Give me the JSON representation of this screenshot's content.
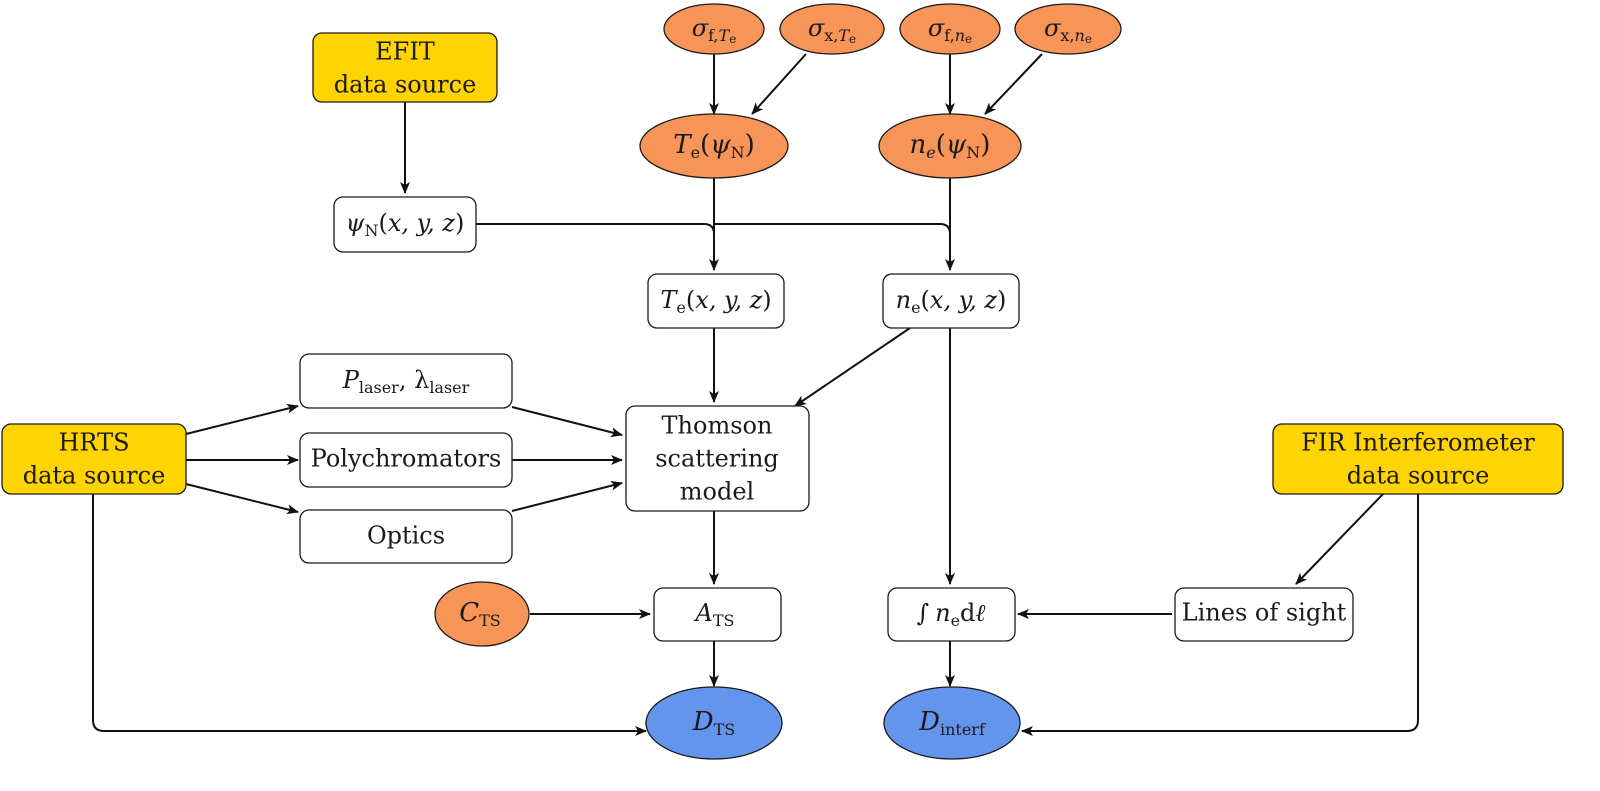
{
  "colors": {
    "data_source": "#FFD400",
    "parameter": "#F79458",
    "observed": "#6495ED",
    "node": "#FFFFFF",
    "line": "#111111"
  },
  "nodes": {
    "efit_source": {
      "line1": "EFIT",
      "line2": "data source"
    },
    "hrts_source": {
      "line1": "HRTS",
      "line2": "data source"
    },
    "fir_source": {
      "line1": "FIR Interferometer",
      "line2": "data source"
    },
    "sigma_f_Te": {
      "sym": "σ",
      "sub": "f,",
      "sub_it": "T",
      "sub_sub": "e"
    },
    "sigma_x_Te": {
      "sym": "σ",
      "sub": "x,",
      "sub_it": "T",
      "sub_sub": "e"
    },
    "sigma_f_ne": {
      "sym": "σ",
      "sub": "f,",
      "sub_it": "n",
      "sub_sub": "e"
    },
    "sigma_x_ne": {
      "sym": "σ",
      "sub": "x,",
      "sub_it": "n",
      "sub_sub": "e"
    },
    "Te_psi": {
      "var": "T",
      "sub": "e",
      "open": "(",
      "arg": "ψ",
      "arg_sub": "N",
      "close": ")"
    },
    "ne_psi": {
      "var": "n",
      "sub": "e",
      "open": "(",
      "arg": "ψ",
      "arg_sub": "N",
      "close": ")"
    },
    "psi_xyz": {
      "var": "ψ",
      "sub": "N",
      "open": "(",
      "args": "x, y, z",
      "close": ")"
    },
    "Te_xyz": {
      "var": "T",
      "sub": "e",
      "open": "(",
      "args": "x, y, z",
      "close": ")"
    },
    "ne_xyz": {
      "var": "n",
      "sub": "e",
      "open": "(",
      "args": "x, y, z",
      "close": ")"
    },
    "laser": {
      "p": "P",
      "p_sub": "laser",
      "sep": ", ",
      "lam": "λ",
      "lam_sub": "laser"
    },
    "polychromators": {
      "label": "Polychromators"
    },
    "optics": {
      "label": "Optics"
    },
    "thomson": {
      "line1": "Thomson",
      "line2": "scattering",
      "line3": "model"
    },
    "C_TS": {
      "var": "C",
      "sub": "TS"
    },
    "A_TS": {
      "var": "A",
      "sub": "TS"
    },
    "line_integral": {
      "int": "∫",
      "var": "n",
      "sub": "e",
      "diff": "d",
      "ell": "ℓ"
    },
    "lines_of_sight": {
      "label": "Lines of sight"
    },
    "D_TS": {
      "var": "D",
      "sub": "TS"
    },
    "D_interf": {
      "var": "D",
      "sub": "interf"
    }
  }
}
